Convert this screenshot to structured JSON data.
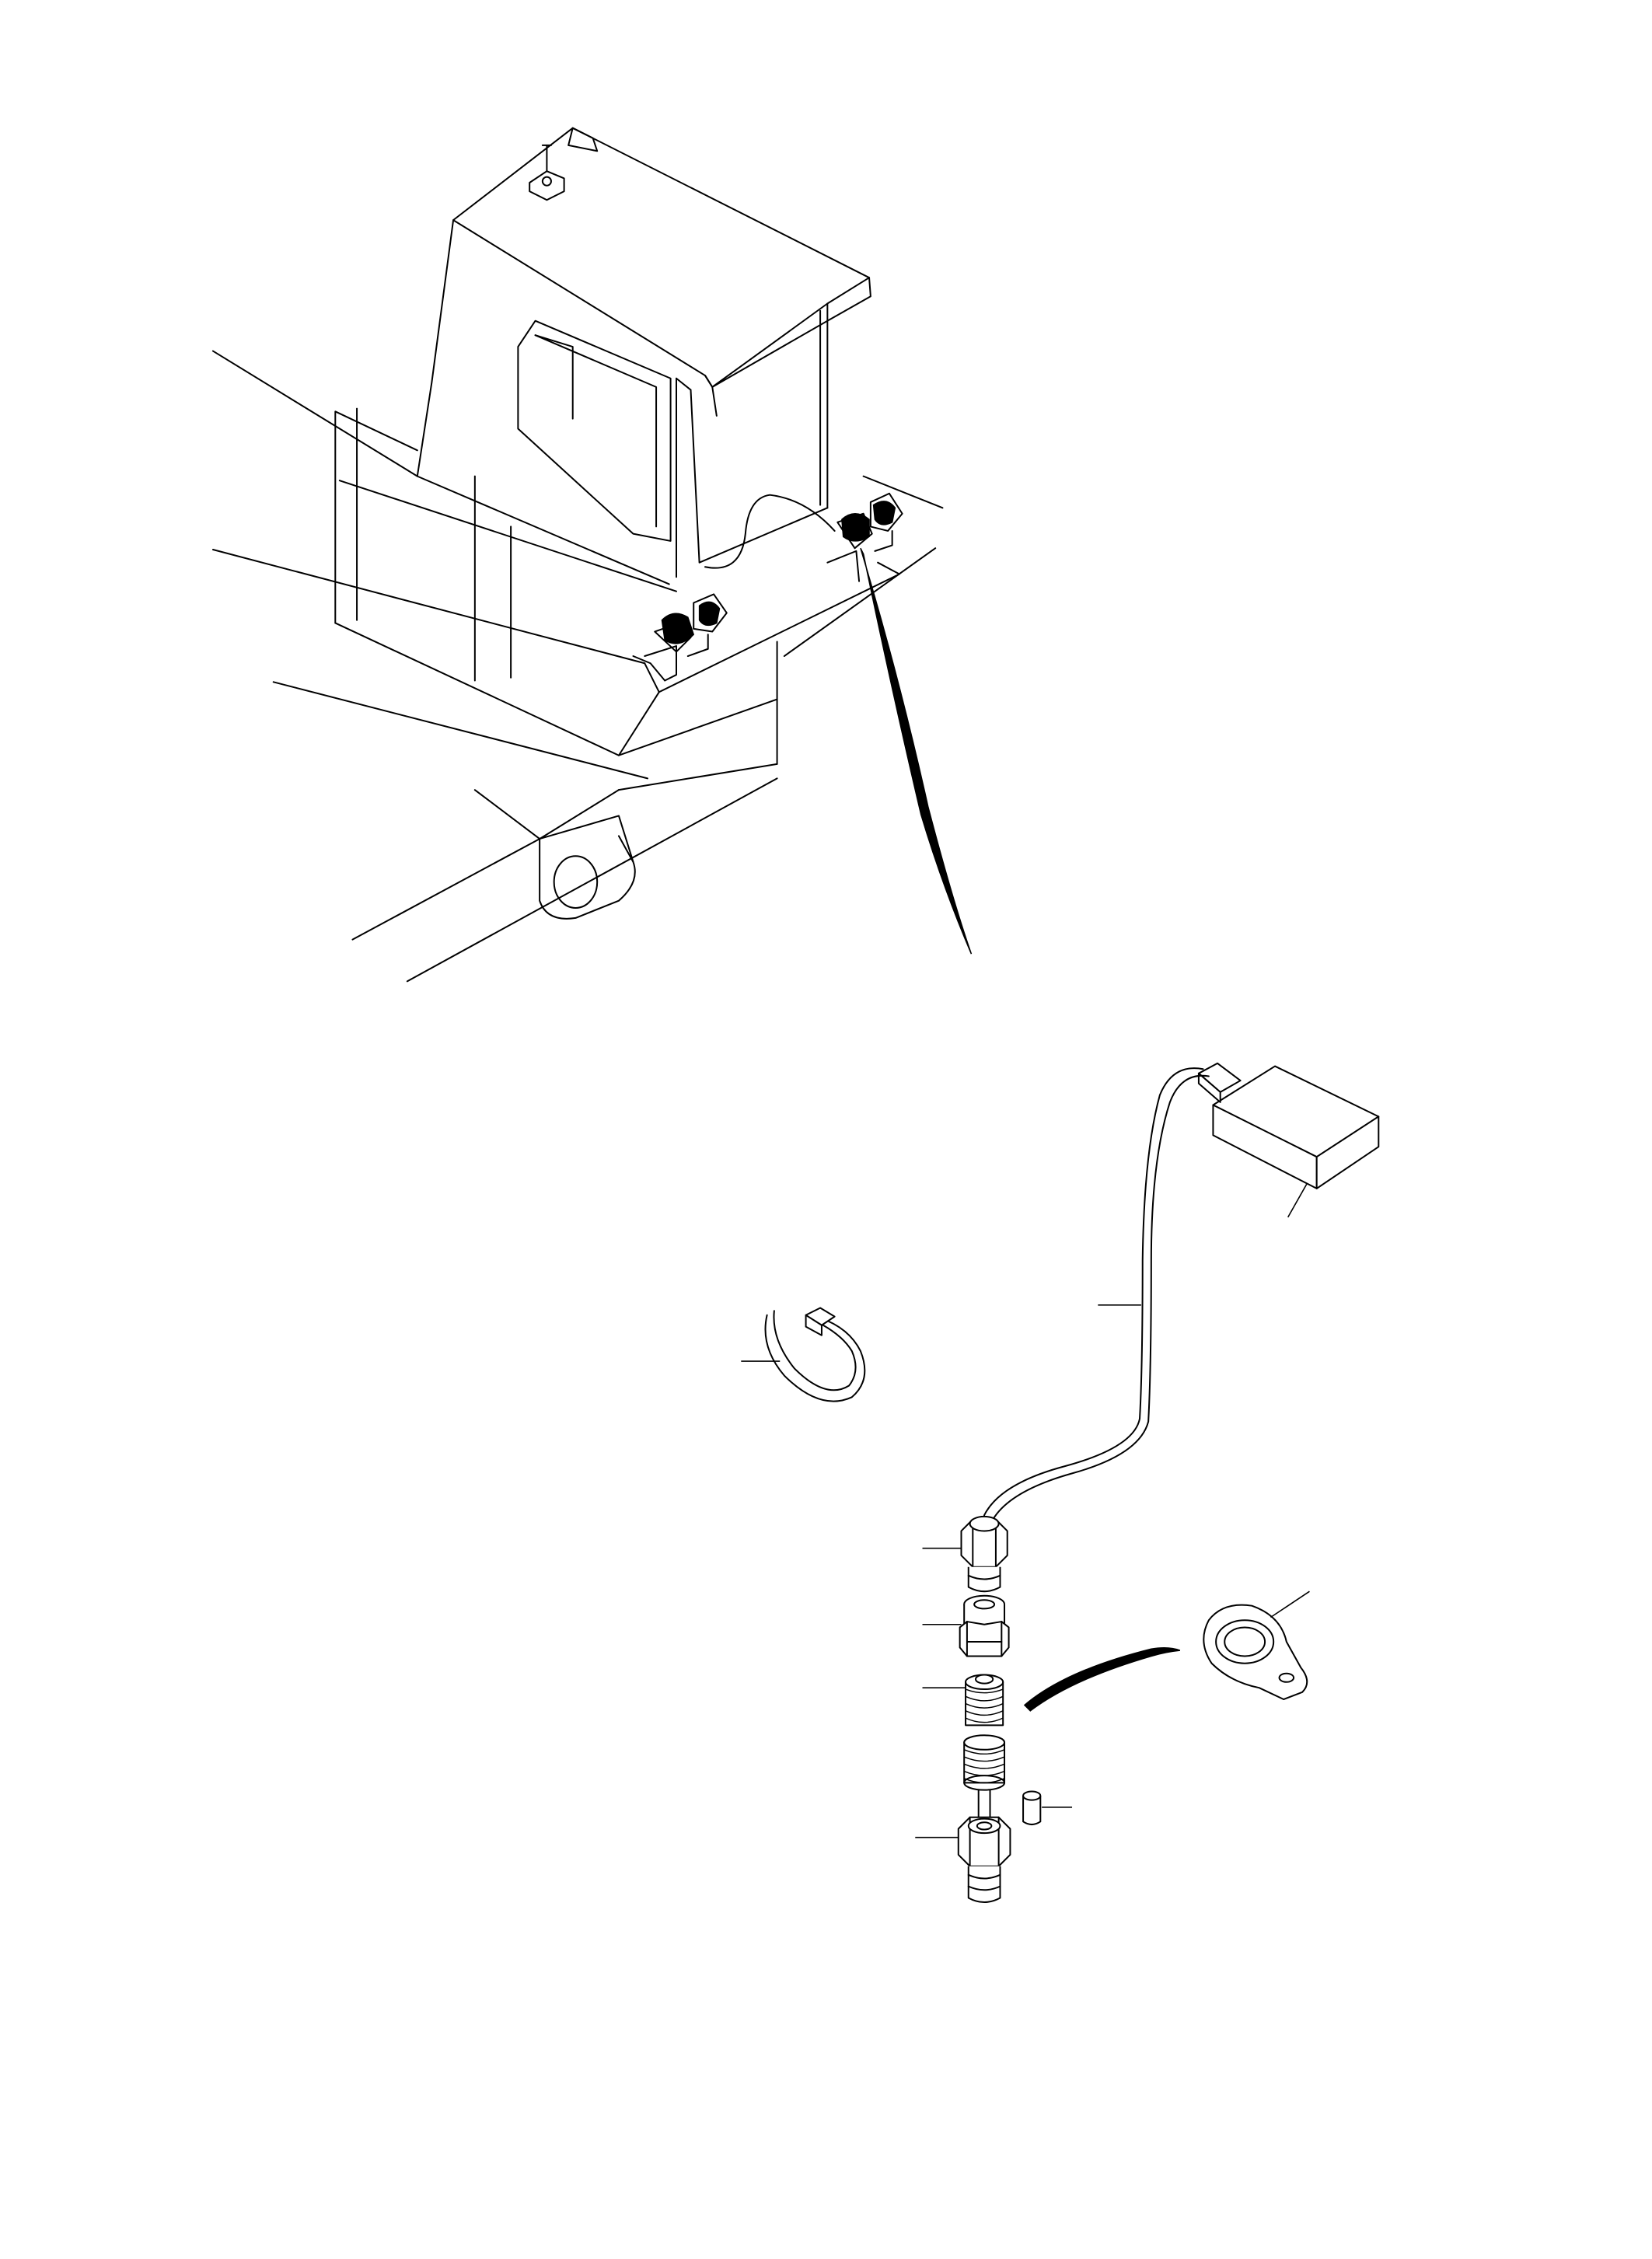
{
  "diagram": {
    "colors": {
      "line": "#000000",
      "background": "#ffffff"
    },
    "views": [
      {
        "name": "machine-overview",
        "parts": [
          "cab",
          "frame",
          "antenna",
          "mirror-brackets",
          "sensor-cable"
        ]
      },
      {
        "name": "exploded-parts",
        "parts": [
          "sensor-box",
          "cable",
          "cable-tie",
          "nut",
          "body",
          "spring-upper",
          "spring-lower",
          "fitting",
          "pin",
          "p-clip"
        ]
      }
    ]
  }
}
